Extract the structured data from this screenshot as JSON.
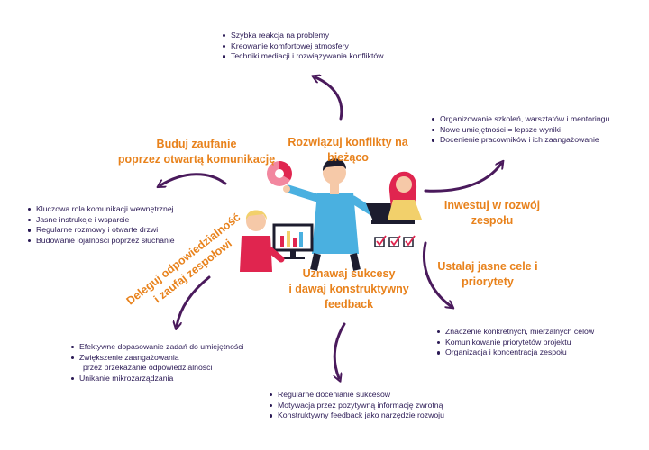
{
  "accent_color": "#e8821c",
  "arrow_color": "#4a1a5c",
  "text_color": "#2b1a55",
  "sections": {
    "conflicts": {
      "title": [
        "Rozwiązuj konflikty na",
        "bieżąco"
      ],
      "items": [
        "Szybka reakcja na problemy",
        "Kreowanie komfortowej atmosfery",
        "Techniki mediacji i rozwiązywania konfliktów"
      ]
    },
    "trust": {
      "title": [
        "Buduj zaufanie",
        "poprzez otwartą komunikację"
      ],
      "items": [
        "Kluczowa rola komunikacji wewnętrznej",
        "Jasne instrukcje i wsparcie",
        "Regularne rozmowy i otwarte drzwi",
        "Budowanie lojalności poprzez słuchanie"
      ]
    },
    "invest": {
      "title": [
        "Inwestuj w rozwój",
        "zespołu"
      ],
      "items": [
        "Organizowanie szkoleń, warsztatów i mentoringu",
        "Nowe umiejętności = lepsze wyniki",
        "Docenienie pracowników i ich zaangażowanie"
      ]
    },
    "goals": {
      "title": [
        "Ustalaj jasne cele i",
        "priorytety"
      ],
      "items": [
        "Znaczenie konkretnych, mierzalnych celów",
        "Komunikowanie priorytetów projektu",
        "Organizacja i koncentracja zespołu"
      ]
    },
    "delegate": {
      "title": [
        "Deleguj odpowiedzialność",
        "i zaufaj zespołowi"
      ],
      "items": [
        "Efektywne dopasowanie zadań do umiejętności",
        "Zwiększenie zaangażowania",
        "przez przekazanie odpowiedzialności",
        "Unikanie mikrozarządzania"
      ]
    },
    "feedback": {
      "title": [
        "Uznawaj sukcesy",
        "i dawaj konstruktywny",
        "feedback"
      ],
      "items": [
        "Regularne docenianie sukcesów",
        "Motywacja przez pozytywną informację zwrotną",
        "Konstruktywny feedback jako narzędzie rozwoju"
      ]
    }
  }
}
